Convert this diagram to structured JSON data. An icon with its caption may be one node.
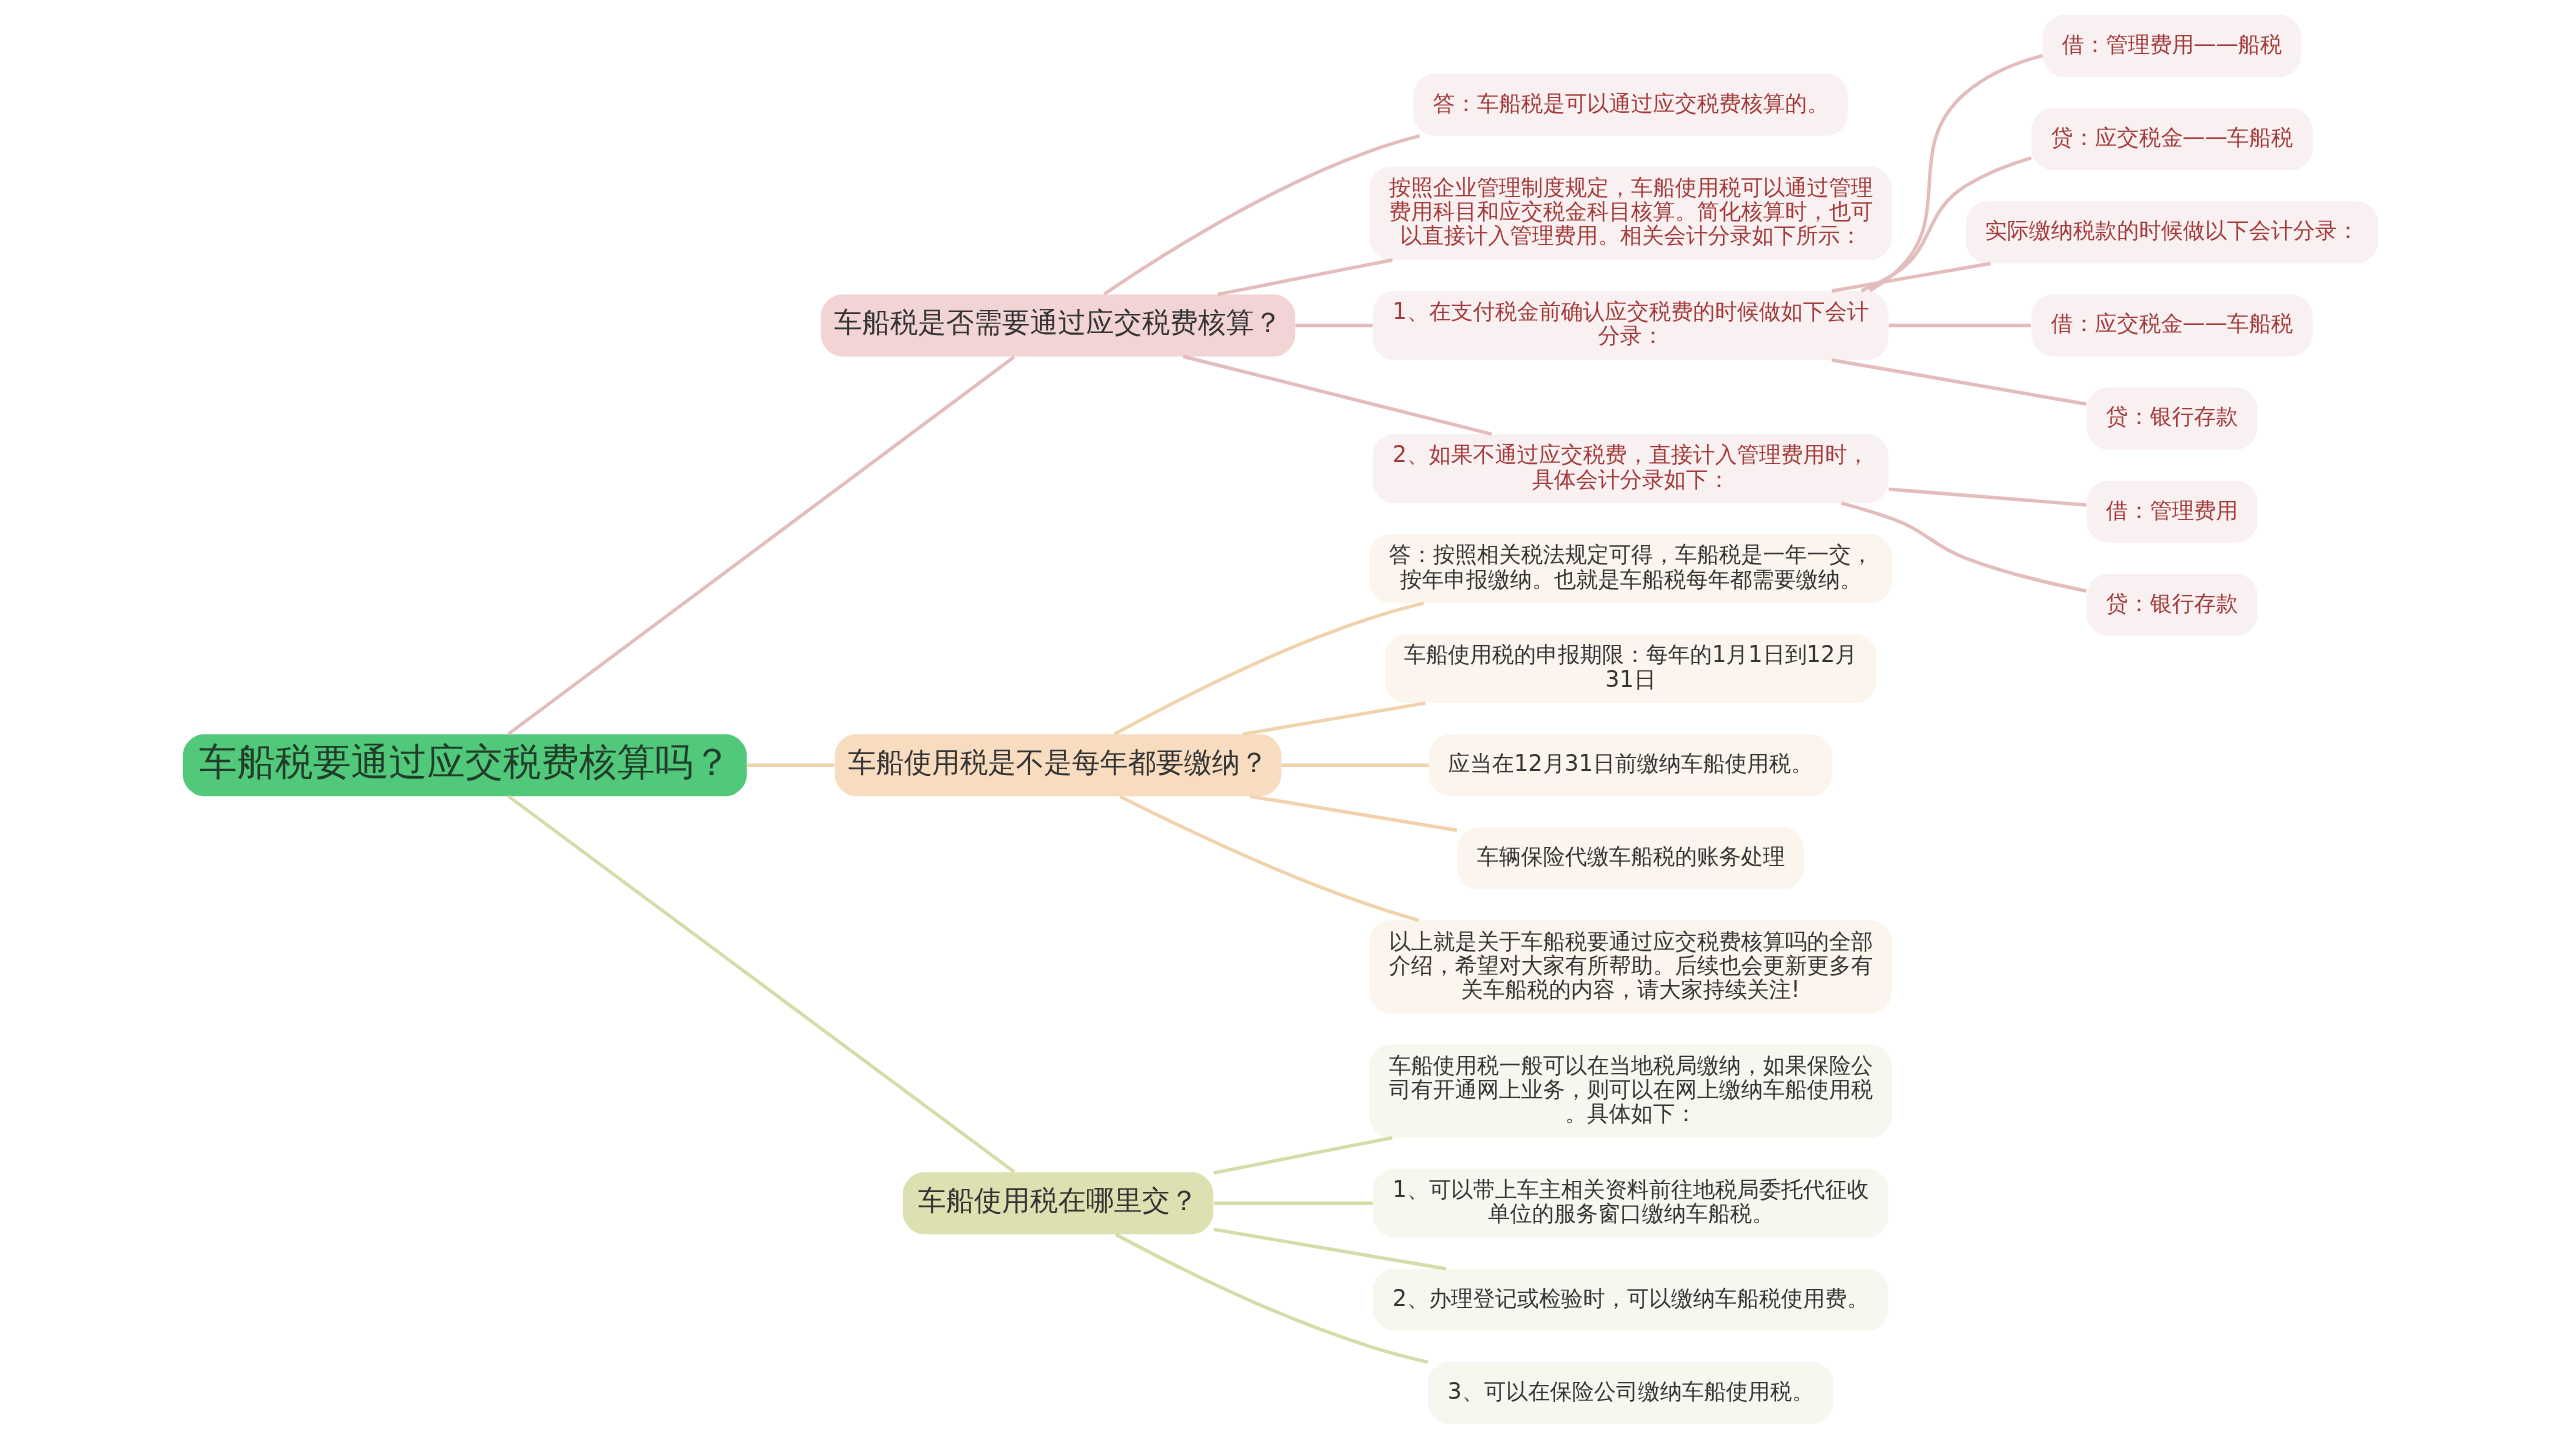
{
  "diagram": {
    "nodes": [
      {
        "text": [
          "车船税要通过应交税费核算吗？"
        ]
      },
      {
        "text": [
          "车船税是否需要通过应交税费核算？"
        ]
      },
      {
        "text": [
          "答：车船税是可以通过应交税费核算的。"
        ]
      },
      {
        "text": [
          "按照企业管理制度规定，车船使用税可以通过管理费用科目和应交税金科目核算。简化核算时，也可以直接计入管理费用。相关会计分录如下所示："
        ]
      },
      {
        "text": [
          "1、在支付税金前确认应交税费的时候做如下会计分录："
        ]
      },
      {
        "text": [
          "借：管理费用——船税"
        ]
      },
      {
        "text": [
          "贷：应交税金——车船税"
        ]
      },
      {
        "text": [
          "实际缴纳税款的时候做以下会计分录："
        ]
      },
      {
        "text": [
          "借：应交税金——车船税"
        ]
      },
      {
        "text": [
          "贷：银行存款"
        ]
      },
      {
        "text": [
          "2、如果不通过应交税费，直接计入管理费用时，具体会计分录如下："
        ]
      },
      {
        "text": [
          "借：管理费用"
        ]
      },
      {
        "text": [
          "贷：银行存款"
        ]
      },
      {
        "text": [
          "车船使用税是不是每年都要缴纳？"
        ]
      },
      {
        "text": [
          "答：按照相关税法规定可得，车船税是一年一交，按年申报缴纳。也就是车船税每年都需要缴纳。"
        ]
      },
      {
        "text": [
          "车船使用税的申报期限：每年的1月1日到12月31日"
        ]
      },
      {
        "text": [
          "应当在12月31日前缴纳车船使用税。"
        ]
      },
      {
        "text": [
          "车辆保险代缴车船税的账务处理"
        ]
      },
      {
        "text": [
          "以上就是关于车船税要通过应交税费核算吗的全部介绍，希望对大家有所帮助。后续也会更新更多有关车船税的内容，请大家持续关注!"
        ]
      },
      {
        "text": [
          "车船使用税在哪里交？"
        ]
      },
      {
        "text": [
          "车船使用税一般可以在当地税局缴纳，如果保险公司有开通网上业务，则可以在网上缴纳车船使用税。具体如下："
        ]
      },
      {
        "text": [
          "1、可以带上车主相关资料前往地税局委托代征收单位的服务窗口缴纳车船税。"
        ]
      },
      {
        "text": [
          "2、办理登记或检验时，可以缴纳车船税使用费。"
        ]
      },
      {
        "text": [
          "3、可以在保险公司缴纳车船使用税。"
        ]
      }
    ],
    "edges": [
      {
        "from": 0,
        "to": 1,
        "arrow": "none"
      },
      {
        "from": 1,
        "to": 2,
        "arrow": "none"
      },
      {
        "from": 1,
        "to": 3,
        "arrow": "none"
      },
      {
        "from": 1,
        "to": 4,
        "arrow": "none"
      },
      {
        "from": 4,
        "to": 5,
        "arrow": "none"
      },
      {
        "from": 4,
        "to": 6,
        "arrow": "none"
      },
      {
        "from": 4,
        "to": 7,
        "arrow": "none"
      },
      {
        "from": 4,
        "to": 8,
        "arrow": "none"
      },
      {
        "from": 4,
        "to": 9,
        "arrow": "none"
      },
      {
        "from": 1,
        "to": 10,
        "arrow": "none"
      },
      {
        "from": 10,
        "to": 11,
        "arrow": "none"
      },
      {
        "from": 10,
        "to": 12,
        "arrow": "none"
      },
      {
        "from": 0,
        "to": 13,
        "arrow": "none",
        "color": "#f0d2ab"
      },
      {
        "from": 13,
        "to": 14,
        "arrow": "none",
        "color": "#f0d2ab"
      },
      {
        "from": 13,
        "to": 15,
        "arrow": "none",
        "color": "#f0d2ab"
      },
      {
        "from": 13,
        "to": 16,
        "arrow": "none",
        "color": "#f0d2ab"
      },
      {
        "from": 13,
        "to": 17,
        "arrow": "none",
        "color": "#f0d2ab"
      },
      {
        "from": 13,
        "to": 18,
        "arrow": "none",
        "color": "#f0d2ab"
      },
      {
        "from": 0,
        "to": 19,
        "arrow": "none",
        "color": "#d7dba8"
      },
      {
        "from": 19,
        "to": 20,
        "arrow": "none",
        "color": "#d7dba8"
      },
      {
        "from": 19,
        "to": 21,
        "arrow": "none",
        "color": "#d7dba8"
      },
      {
        "from": 19,
        "to": 22,
        "arrow": "none",
        "color": "#d7dba8"
      },
      {
        "from": 19,
        "to": 23,
        "arrow": "none",
        "color": "#d7dba8"
      }
    ]
  }
}
